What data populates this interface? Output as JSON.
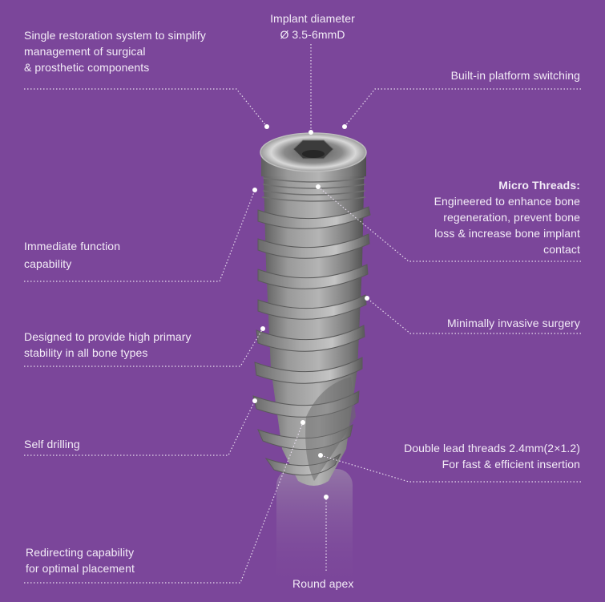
{
  "colors": {
    "background": "#7b469a",
    "text": "#f3ecf7",
    "leader": "#e8dcef",
    "implant": "#8d8d8d"
  },
  "labels": {
    "diameter_title": "Implant diameter",
    "diameter_value": "Ø 3.5-6mmD",
    "single_restoration_1": "Single restoration system to simplify",
    "single_restoration_2": "management of surgical",
    "single_restoration_3": "& prosthetic components",
    "platform_switching": "Built-in platform switching",
    "micro_threads_title": "Micro Threads:",
    "micro_threads_1": "Engineered to enhance bone",
    "micro_threads_2": "regeneration, prevent bone",
    "micro_threads_3": "loss & increase bone implant",
    "micro_threads_4": "contact",
    "immediate_function_1": "Immediate function",
    "immediate_function_2": "capability",
    "minimally_invasive": "Minimally invasive surgery",
    "primary_stability_1": "Designed to provide high primary",
    "primary_stability_2": "stability in all bone types",
    "self_drilling": "Self drilling",
    "double_lead_1": "Double lead threads 2.4mm(2×1.2)",
    "double_lead_2": "For fast & efficient insertion",
    "redirecting_1": "Redirecting capability",
    "redirecting_2": "for optimal placement",
    "round_apex": "Round apex"
  }
}
